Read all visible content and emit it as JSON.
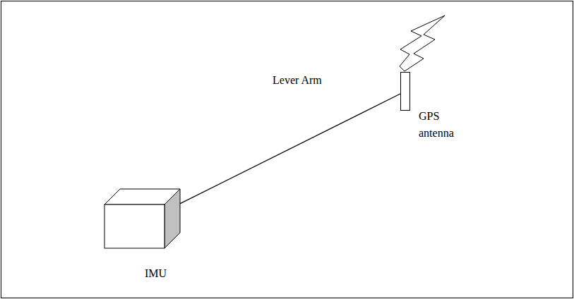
{
  "diagram": {
    "nodes": [
      {
        "text": [
          "GPS antenna"
        ]
      },
      {
        "text": [
          "IMU"
        ]
      }
    ],
    "edges": [
      {
        "from": 0,
        "to": 1,
        "label": "Lever Arm",
        "arrow": "to"
      }
    ]
  }
}
